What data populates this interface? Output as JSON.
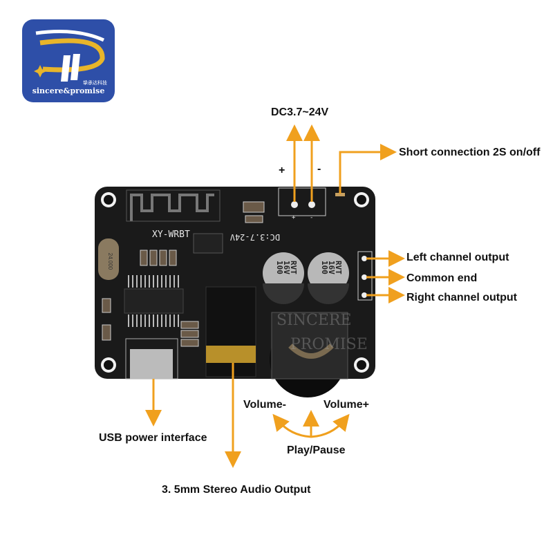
{
  "logo": {
    "brand": "sincere&promise",
    "chinese": "挚承达科技"
  },
  "watermark": {
    "line1": "SINCERE",
    "line2": "PROMISE"
  },
  "board": {
    "model": "XY-WRBT",
    "power_silkscreen": "DC:3.7-24V",
    "capacitor_text": [
      "100",
      "16V",
      "RVT"
    ],
    "crystal_text": "24.000",
    "terminal_plus": "+",
    "terminal_minus": "-"
  },
  "labels": {
    "power": "DC3.7~24V",
    "plus": "+",
    "minus": "-",
    "short_connection": "Short connection 2S on/off",
    "left_channel": "Left channel output",
    "common_end": "Common end",
    "right_channel": "Right channel output",
    "volume_minus": "Volume-",
    "volume_plus": "Volume+",
    "play_pause": "Play/Pause",
    "usb": "USB power interface",
    "audio_out": "3. 5mm Stereo Audio Output"
  },
  "colors": {
    "arrow": "#f0a01e",
    "board": "#1a1a1a",
    "logo_bg": "#2e4fa8",
    "logo_gold": "#e8b52a"
  }
}
